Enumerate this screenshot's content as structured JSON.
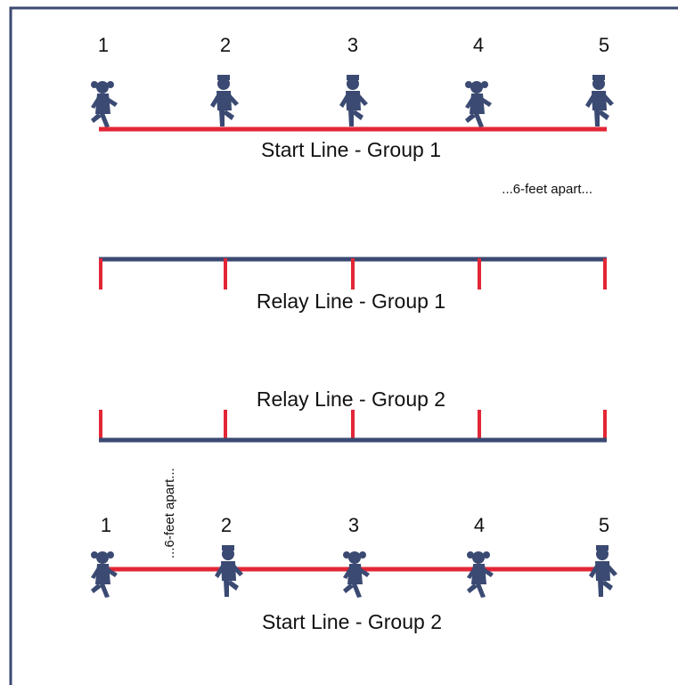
{
  "colors": {
    "border": "#3b4a72",
    "start_line": "#e32636",
    "relay_line": "#3b4a72",
    "relay_tick": "#e32636",
    "figure": "#3b4a72"
  },
  "group1": {
    "numbers": [
      "1",
      "2",
      "3",
      "4",
      "5"
    ],
    "figures": [
      "girl-runner-icon",
      "boy-runner-icon",
      "boy-runner-icon",
      "girl-runner-icon",
      "boy-runner-icon"
    ],
    "start_label": "Start Line - Group 1",
    "spacing_note": "...6-feet apart...",
    "relay_label": "Relay Line - Group 1"
  },
  "group2": {
    "relay_label": "Relay Line - Group 2",
    "spacing_note": "...6-feet apart...",
    "numbers": [
      "1",
      "2",
      "3",
      "4",
      "5"
    ],
    "figures": [
      "girl-runner-icon",
      "boy-runner-icon",
      "girl-runner-icon",
      "girl-runner-icon",
      "boy-runner-icon"
    ],
    "start_label": "Start Line - Group 2"
  }
}
